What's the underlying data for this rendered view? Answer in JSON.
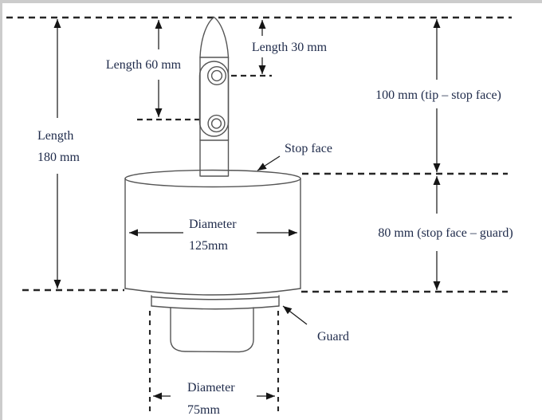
{
  "diagram": {
    "type": "technical-drawing",
    "subject": "test finger probe with stop face and guard",
    "colors": {
      "background": "#ffffff",
      "outline": "#555555",
      "dimension_lines": "#1c1c1c",
      "dashed_reference": "#262626",
      "text": "#1e2a4a",
      "scan_edge": "#cccccc"
    },
    "dimensions": {
      "total_length": {
        "line1": "Length",
        "line2": "180 mm"
      },
      "upper_length": {
        "label": "Length 60 mm"
      },
      "tip_length": {
        "label": "Length 30 mm"
      },
      "tip_to_stop_face": {
        "label": "100 mm (tip – stop face)"
      },
      "stop_face_to_guard": {
        "label": "80 mm (stop face – guard)"
      },
      "cylinder_diameter": {
        "line1": "Diameter",
        "line2": "125mm"
      },
      "base_diameter": {
        "line1": "Diameter",
        "line2": "75mm"
      }
    },
    "callouts": {
      "stop_face": "Stop face",
      "guard": "Guard"
    }
  }
}
